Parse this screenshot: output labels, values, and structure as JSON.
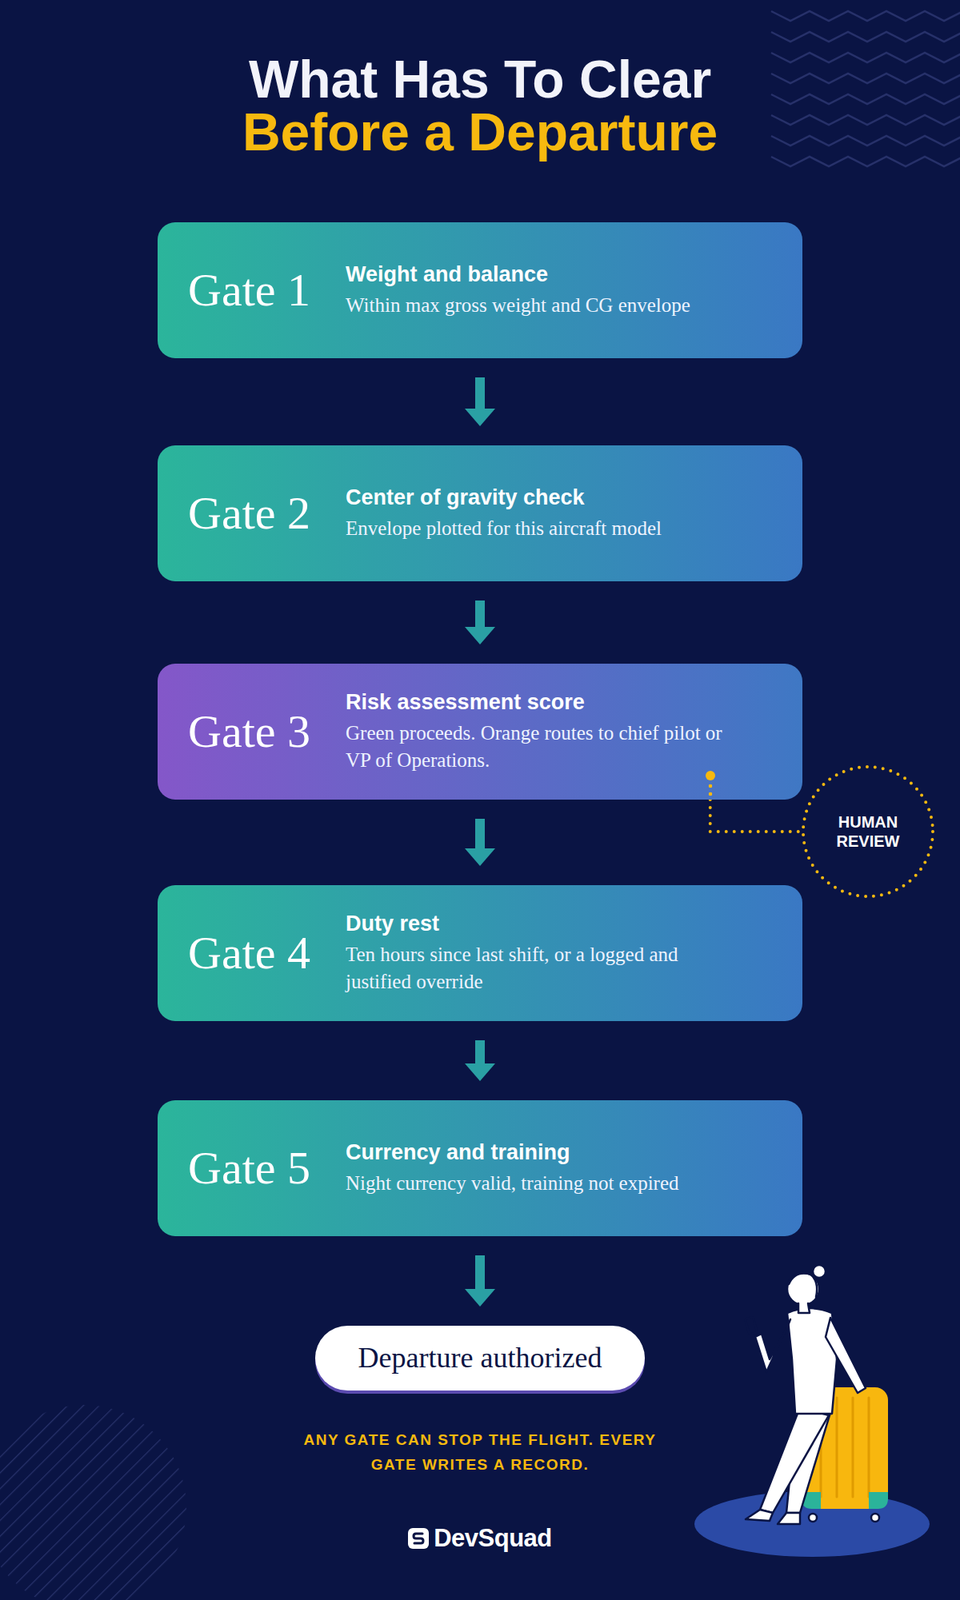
{
  "diagram": {
    "title": "What Has To Clear Before a Departure",
    "caption": "ANY GATE CAN STOP THE FLIGHT. EVERY GATE WRITES A RECORD.",
    "nodes": [
      {
        "text": [
          "Gate 1",
          "Weight and balance",
          "Within max gross weight and CG envelope"
        ]
      },
      {
        "text": [
          "Gate 2",
          "Center of gravity check",
          "Envelope plotted for this aircraft model"
        ]
      },
      {
        "text": [
          "Gate 3",
          "Risk assessment score",
          "Green proceeds. Orange routes to chief pilot or VP of Operations."
        ]
      },
      {
        "text": [
          "Gate 4",
          "Duty rest",
          "Ten hours since last shift, or a logged and justified override"
        ]
      },
      {
        "text": [
          "Gate 5",
          "Currency and training",
          "Night currency valid, training not expired"
        ]
      },
      {
        "text": [
          "HUMAN REVIEW"
        ]
      },
      {
        "text": [
          "Departure authorized"
        ]
      }
    ],
    "edges": [
      {
        "from": 0,
        "to": 1,
        "arrow": "to"
      },
      {
        "from": 1,
        "to": 2,
        "arrow": "to"
      },
      {
        "from": 2,
        "to": 3,
        "arrow": "to"
      },
      {
        "from": 3,
        "to": 4,
        "arrow": "to"
      },
      {
        "from": 4,
        "to": 6,
        "arrow": "to"
      },
      {
        "from": 2,
        "to": 5,
        "arrow": "none"
      }
    ],
    "labels": [
      "DevSquad"
    ]
  }
}
